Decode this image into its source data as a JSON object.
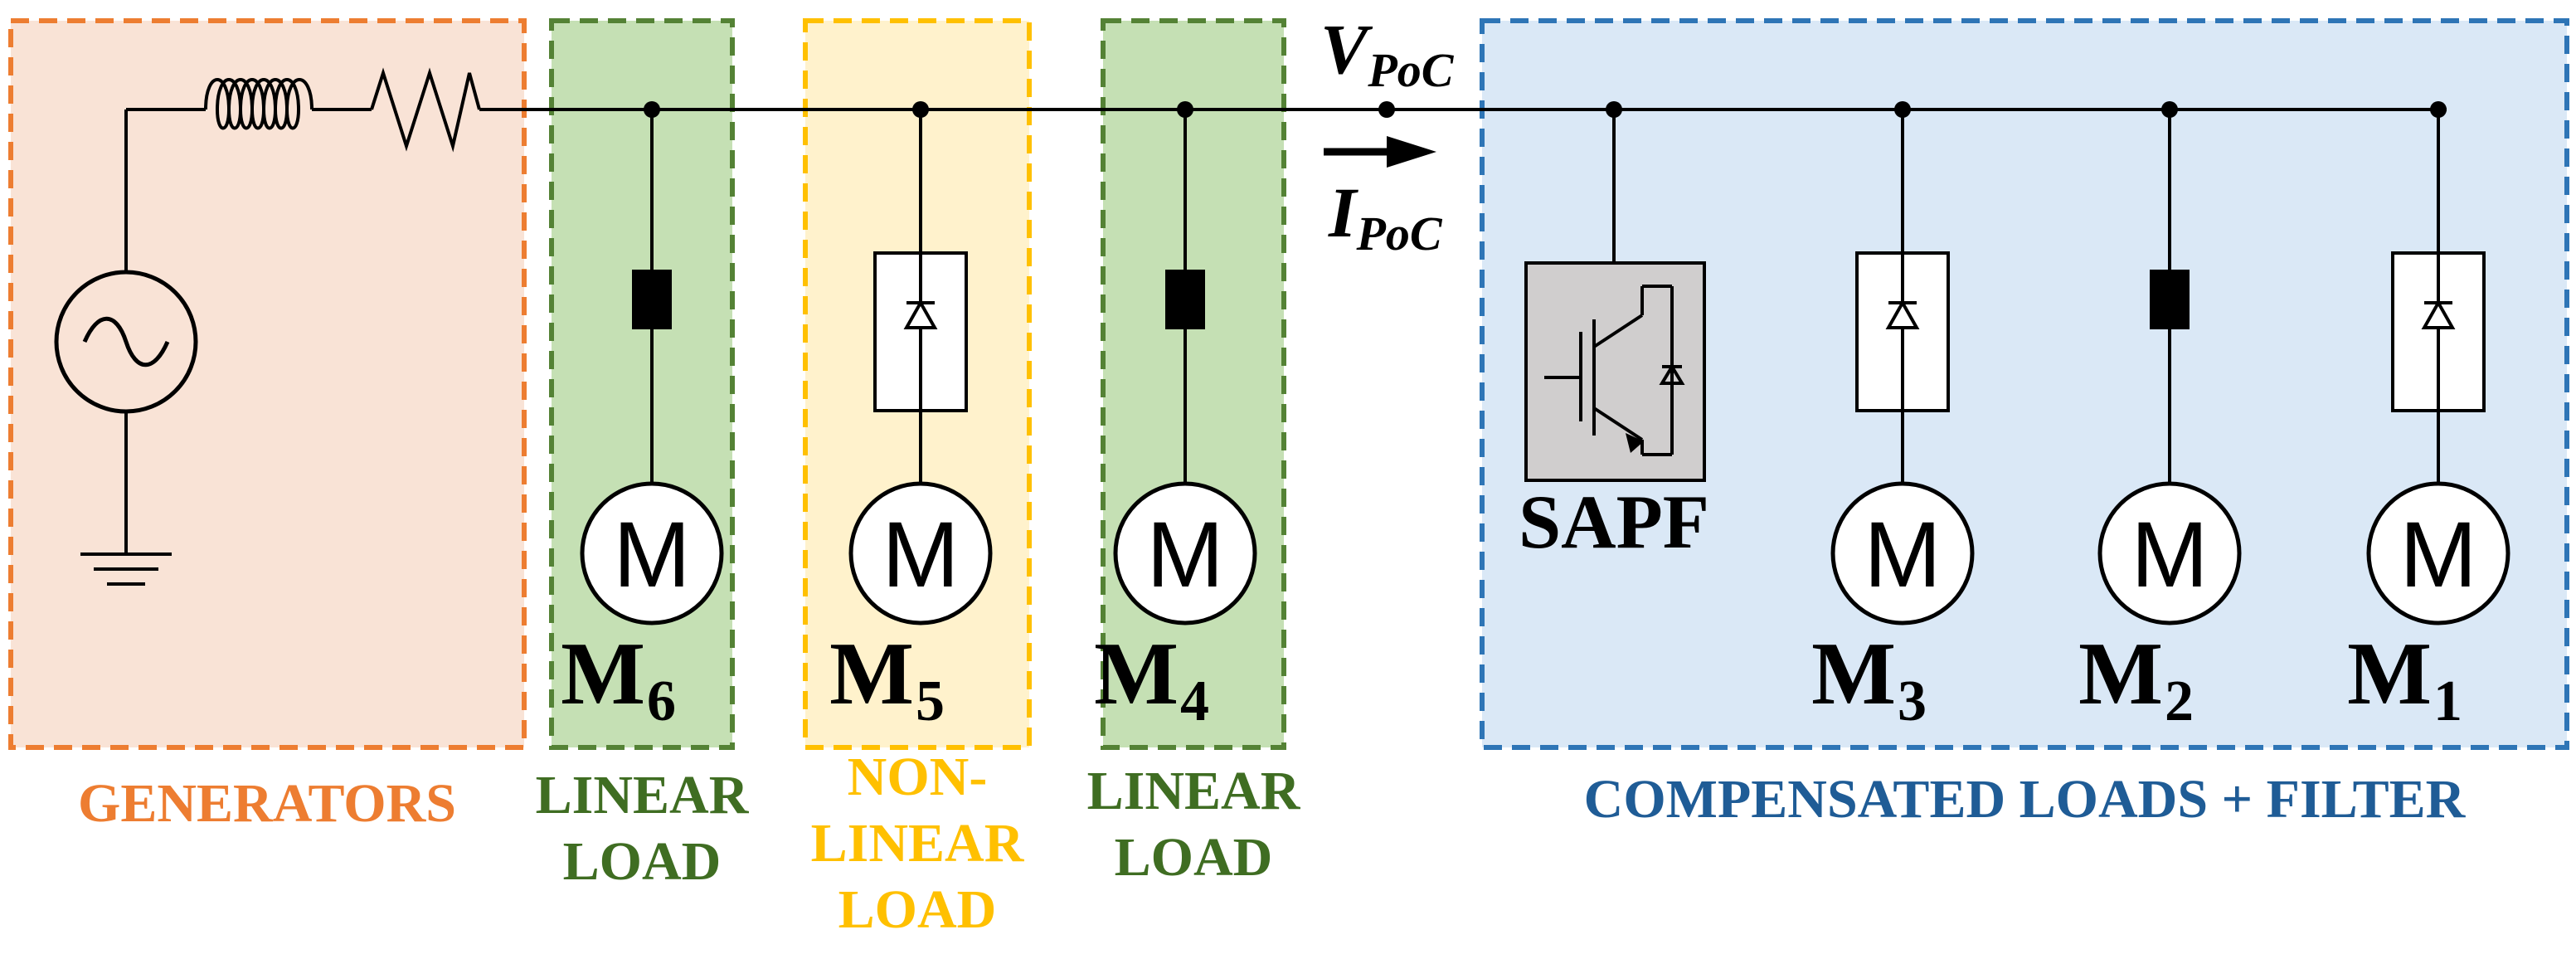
{
  "colors": {
    "generators_fill": "#f9e3d6",
    "generators_border": "#ed7d31",
    "linear_fill": "#c5e0b4",
    "linear_border": "#548235",
    "linear_text": "#3f6d22",
    "nonlinear_fill": "#fff2cc",
    "nonlinear_border": "#ffc000",
    "nonlinear_text": "#ffc000",
    "compensated_fill": "#dae8f6",
    "compensated_border": "#2e75b6",
    "compensated_text": "#1f5c96",
    "sapf_fill": "#d0cece",
    "wire": "#000000"
  },
  "regions": {
    "generators": {
      "label": "GENERATORS"
    },
    "linear_load_1": {
      "label_lines": [
        "LINEAR",
        "LOAD"
      ]
    },
    "nonlinear_load": {
      "label_lines": [
        "NON-",
        "LINEAR",
        "LOAD"
      ]
    },
    "linear_load_2": {
      "label_lines": [
        "LINEAR",
        "LOAD"
      ]
    },
    "compensated": {
      "label": "COMPENSATED LOADS + FILTER"
    }
  },
  "poc": {
    "voltage_symbol": "V",
    "voltage_sub": "PoC",
    "current_symbol": "I",
    "current_sub": "PoC"
  },
  "motors": {
    "symbol": "M",
    "m6": {
      "name": "M",
      "sub": "6"
    },
    "m5": {
      "name": "M",
      "sub": "5"
    },
    "m4": {
      "name": "M",
      "sub": "4"
    },
    "m3": {
      "name": "M",
      "sub": "3"
    },
    "m2": {
      "name": "M",
      "sub": "2"
    },
    "m1": {
      "name": "M",
      "sub": "1"
    }
  },
  "sapf": {
    "label": "SAPF"
  }
}
